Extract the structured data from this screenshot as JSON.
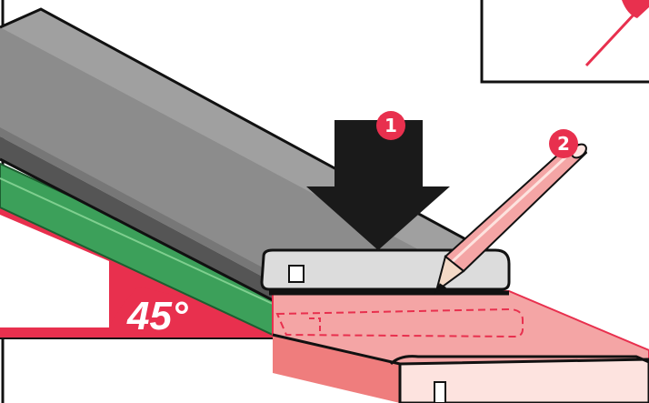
{
  "angle_label": "45°",
  "steps": [
    {
      "number": "1"
    },
    {
      "number": "2"
    }
  ],
  "colors": {
    "accent_red": "#e8304e",
    "gray_board": "#6b6b6b",
    "green_strip": "#3ca05a",
    "pink_board": "#f08a8a",
    "arrow_black": "#1a1a1a"
  }
}
